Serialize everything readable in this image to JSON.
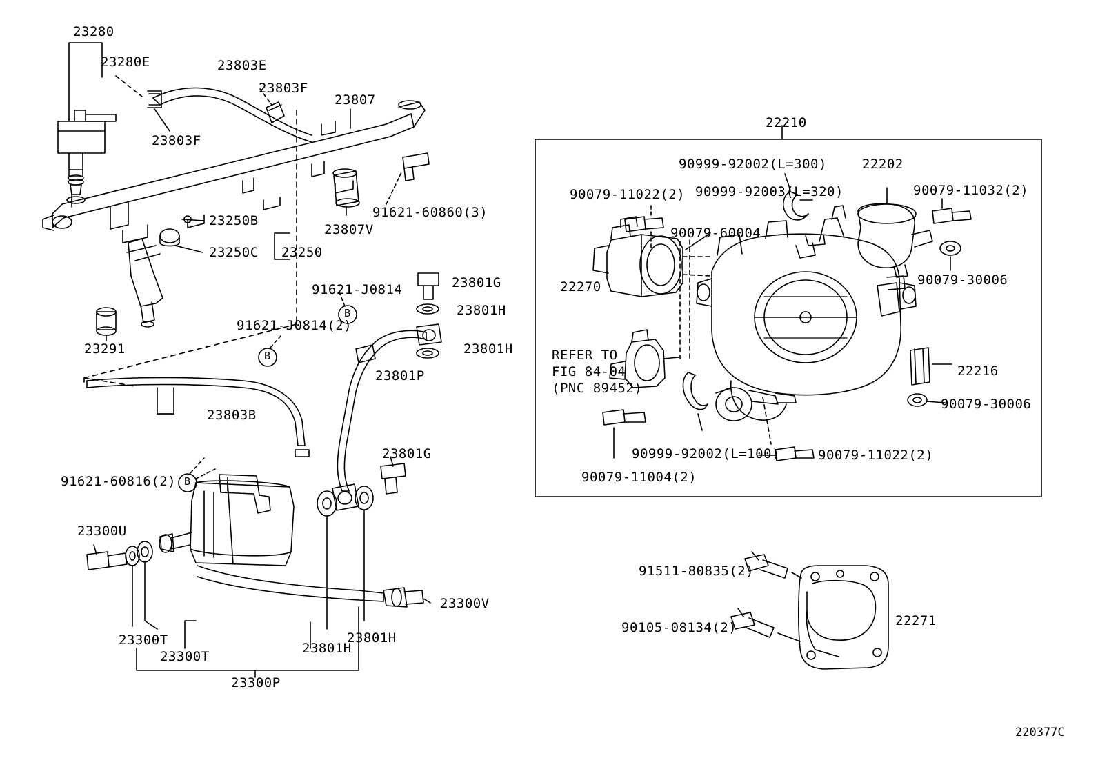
{
  "diagram": {
    "figure_code": "220377C",
    "left_group": {
      "labels": [
        {
          "id": "l-23280",
          "text": "23280"
        },
        {
          "id": "l-23280E",
          "text": "23280E"
        },
        {
          "id": "l-23803E",
          "text": "23803E"
        },
        {
          "id": "l-23803F-top",
          "text": "23803F"
        },
        {
          "id": "l-23803F-left",
          "text": "23803F"
        },
        {
          "id": "l-23807",
          "text": "23807"
        },
        {
          "id": "l-91621-60860",
          "text": "91621-60860(3)"
        },
        {
          "id": "l-23807V",
          "text": "23807V"
        },
        {
          "id": "l-23250B",
          "text": "23250B"
        },
        {
          "id": "l-23250C",
          "text": "23250C"
        },
        {
          "id": "l-23250",
          "text": "23250"
        },
        {
          "id": "l-23291",
          "text": "23291"
        },
        {
          "id": "l-91621-J0814",
          "text": "91621-J0814"
        },
        {
          "id": "l-91621-J0814-2",
          "text": "91621-J0814(2)"
        },
        {
          "id": "l-23801G-top",
          "text": "23801G"
        },
        {
          "id": "l-23801H-top",
          "text": "23801H"
        },
        {
          "id": "l-23801H-mid",
          "text": "23801H"
        },
        {
          "id": "l-23801P",
          "text": "23801P"
        },
        {
          "id": "l-23803B",
          "text": "23803B"
        },
        {
          "id": "l-23801G-bot",
          "text": "23801G"
        },
        {
          "id": "l-91621-60816",
          "text": "91621-60816(2)"
        },
        {
          "id": "l-23300U",
          "text": "23300U"
        },
        {
          "id": "l-23300V",
          "text": "23300V"
        },
        {
          "id": "l-23300T-a",
          "text": "23300T"
        },
        {
          "id": "l-23300T-b",
          "text": "23300T"
        },
        {
          "id": "l-23801H-bot-a",
          "text": "23801H"
        },
        {
          "id": "l-23801H-bot-b",
          "text": "23801H"
        },
        {
          "id": "l-23300P",
          "text": "23300P"
        }
      ],
      "balloon_letter": "B"
    },
    "right_group": {
      "box_label": "22210",
      "labels": [
        {
          "id": "r-90999-92002-300",
          "text": "90999-92002(L=300)"
        },
        {
          "id": "r-90079-11022-a",
          "text": "90079-11022(2)"
        },
        {
          "id": "r-90999-92003-320",
          "text": "90999-92003(L=320)"
        },
        {
          "id": "r-22202",
          "text": "22202"
        },
        {
          "id": "r-90079-11032",
          "text": "90079-11032(2)"
        },
        {
          "id": "r-90079-60004",
          "text": "90079-60004"
        },
        {
          "id": "r-90079-30006-a",
          "text": "90079-30006"
        },
        {
          "id": "r-22270",
          "text": "22270"
        },
        {
          "id": "r-22216",
          "text": "22216"
        },
        {
          "id": "r-90079-30006-b",
          "text": "90079-30006"
        },
        {
          "id": "r-90999-92002-100",
          "text": "90999-92002(L=100)"
        },
        {
          "id": "r-90079-11022-b",
          "text": "90079-11022(2)"
        },
        {
          "id": "r-90079-11004",
          "text": "90079-11004(2)"
        }
      ],
      "refer_note": "REFER TO\nFIG 84-04\n(PNC 89452)",
      "lower_labels": [
        {
          "id": "r-91511-80835",
          "text": "91511-80835(2)"
        },
        {
          "id": "r-22271",
          "text": "22271"
        },
        {
          "id": "r-90105-08134",
          "text": "90105-08134(2)"
        }
      ]
    }
  }
}
